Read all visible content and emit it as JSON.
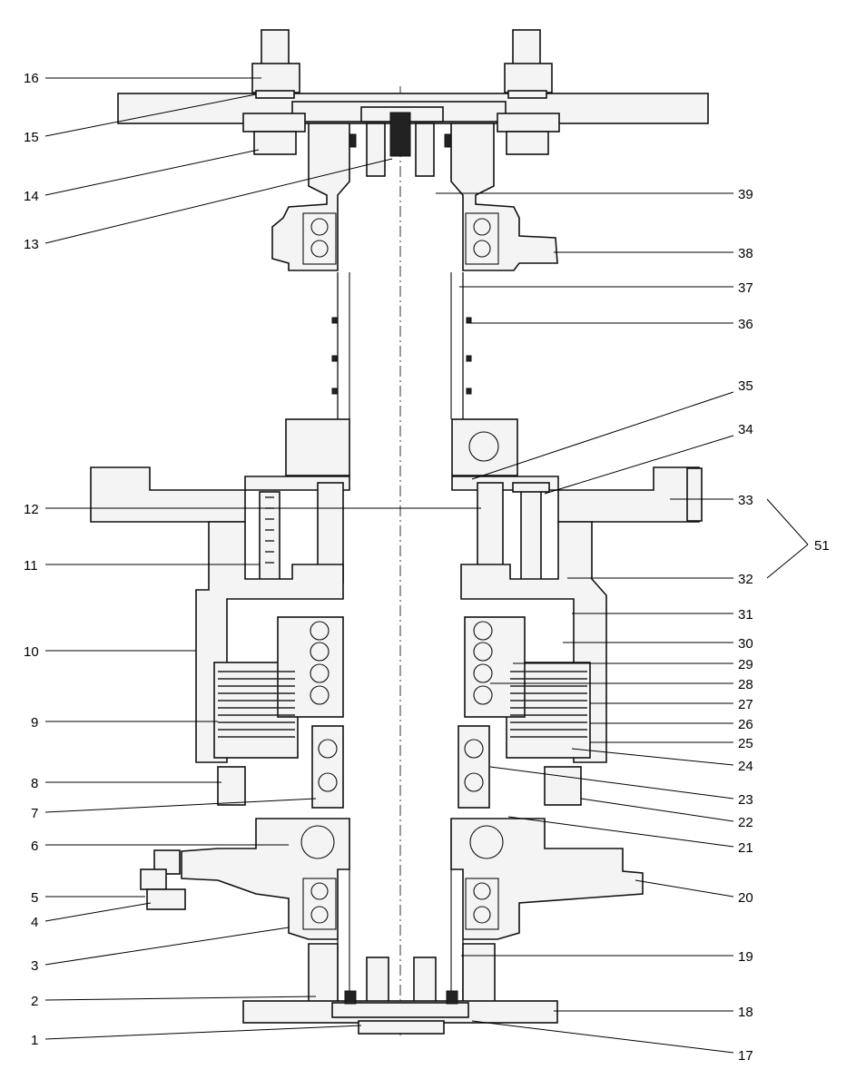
{
  "labels": {
    "l1": "1",
    "l2": "2",
    "l3": "3",
    "l4": "4",
    "l5": "5",
    "l6": "6",
    "l7": "7",
    "l8": "8",
    "l9": "9",
    "l10": "10",
    "l11": "11",
    "l12": "12",
    "l13": "13",
    "l14": "14",
    "l15": "15",
    "l16": "16",
    "l17": "17",
    "l18": "18",
    "l19": "19",
    "l20": "20",
    "l21": "21",
    "l22": "22",
    "l23": "23",
    "l24": "24",
    "l25": "25",
    "l26": "26",
    "l27": "27",
    "l28": "28",
    "l29": "29",
    "l30": "30",
    "l31": "31",
    "l32": "32",
    "l33": "33",
    "l34": "34",
    "l35": "35",
    "l36": "36",
    "l37": "37",
    "l38": "38",
    "l39": "39",
    "l51": "51"
  }
}
